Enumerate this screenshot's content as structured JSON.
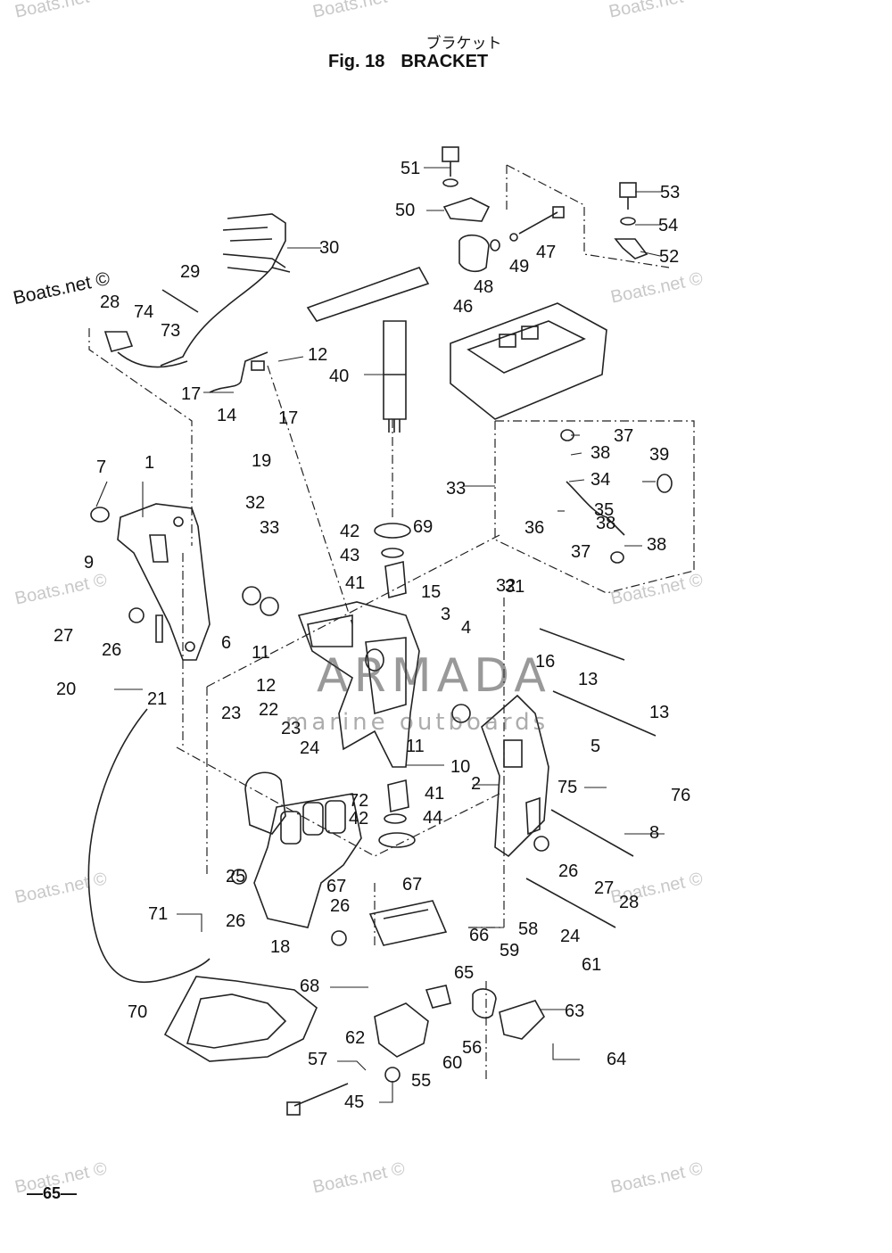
{
  "header": {
    "title_jp": "ブラケット",
    "fig_number": "Fig. 18",
    "fig_title": "BRACKET"
  },
  "watermarks": {
    "site": "Boats.net ©",
    "brand": "ARMADA",
    "brand_sub": "marine outboards"
  },
  "page_number": "—65—",
  "part_labels": [
    "1",
    "2",
    "3",
    "4",
    "5",
    "6",
    "7",
    "8",
    "9",
    "10",
    "11",
    "11",
    "12",
    "12",
    "13",
    "13",
    "14",
    "15",
    "16",
    "17",
    "17",
    "18",
    "19",
    "20",
    "21",
    "22",
    "23",
    "23",
    "24",
    "24",
    "25",
    "26",
    "26",
    "26",
    "26",
    "27",
    "27",
    "28",
    "28",
    "29",
    "30",
    "31",
    "32",
    "32",
    "33",
    "33",
    "34",
    "35",
    "36",
    "37",
    "37",
    "38",
    "38",
    "38",
    "39",
    "40",
    "41",
    "41",
    "42",
    "42",
    "43",
    "44",
    "45",
    "46",
    "47",
    "48",
    "49",
    "50",
    "51",
    "52",
    "53",
    "54",
    "55",
    "56",
    "57",
    "58",
    "59",
    "60",
    "61",
    "62",
    "63",
    "64",
    "65",
    "66",
    "67",
    "67",
    "68",
    "69",
    "70",
    "71",
    "72",
    "73",
    "74",
    "75",
    "76"
  ]
}
